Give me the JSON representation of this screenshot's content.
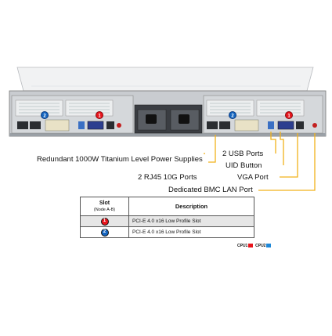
{
  "callouts": {
    "psu": "Redundant  1000W Titanium  Level Power Supplies",
    "usb": "2 USB Ports",
    "uid": "UID Button",
    "rj45": "2 RJ45 10G Ports",
    "vga": "VGA Port",
    "bmc": "Dedicated BMC LAN Port"
  },
  "table": {
    "header_slot": "Slot",
    "header_slot_sub": "(Node A-B)",
    "header_description": "Description",
    "rows": [
      {
        "badge": "1",
        "badge_color": "#e8141c",
        "description": "PCI-E  4.0 x16 Low Profile Slot"
      },
      {
        "badge": "2",
        "badge_color": "#1565c0",
        "description": "PCI-E  4.0 x16 Low Profile Slot"
      }
    ]
  },
  "legend": {
    "cpu1": "CPU1",
    "cpu1_color": "#e8141c",
    "cpu2": "CPU2",
    "cpu2_color": "#1e88d8"
  },
  "colors": {
    "callout_line": "#f2b21b",
    "chassis": "#c9ccd0",
    "chassis_dark": "#3a3d42"
  },
  "icons": [
    "pcie-slot-badge-icon",
    "usb-port-icon",
    "rj45-port-icon",
    "vga-port-icon",
    "power-supply-icon"
  ]
}
